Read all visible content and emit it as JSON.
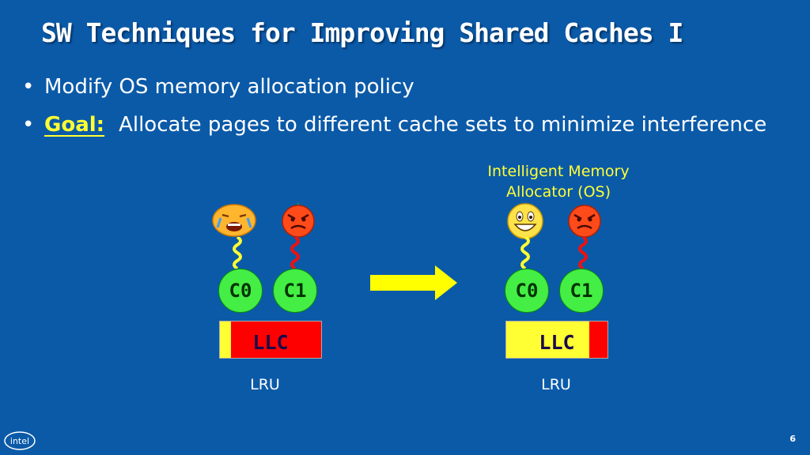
{
  "slide": {
    "title": "SW Techniques for Improving Shared Caches I",
    "bullets": [
      {
        "text": "Modify OS memory allocation policy"
      },
      {
        "label": "Goal:",
        "text": "Allocate pages to different cache sets to minimize interference"
      }
    ],
    "annotation": [
      "Intelligent Memory",
      "Allocator (OS)"
    ],
    "bullet_char": "•",
    "page_number": "6",
    "logo_text": "intel"
  },
  "before": {
    "cores": [
      "C0",
      "C1"
    ],
    "cache_label": "LLC",
    "policy_label": "LRU",
    "c0_share": 0.11,
    "faces": [
      "crying-face-icon",
      "angry-face-icon"
    ]
  },
  "after": {
    "cores": [
      "C0",
      "C1"
    ],
    "cache_label": "LLC",
    "policy_label": "LRU",
    "c0_share": 0.82,
    "faces": [
      "happy-face-icon",
      "angry-face-icon"
    ]
  },
  "colors": {
    "background": "#0b5aa8",
    "core_c0_color": "#ffff33",
    "core_c1_color": "#ff0000",
    "core_fill": "#44ee44",
    "arrow": "#ffff00"
  }
}
